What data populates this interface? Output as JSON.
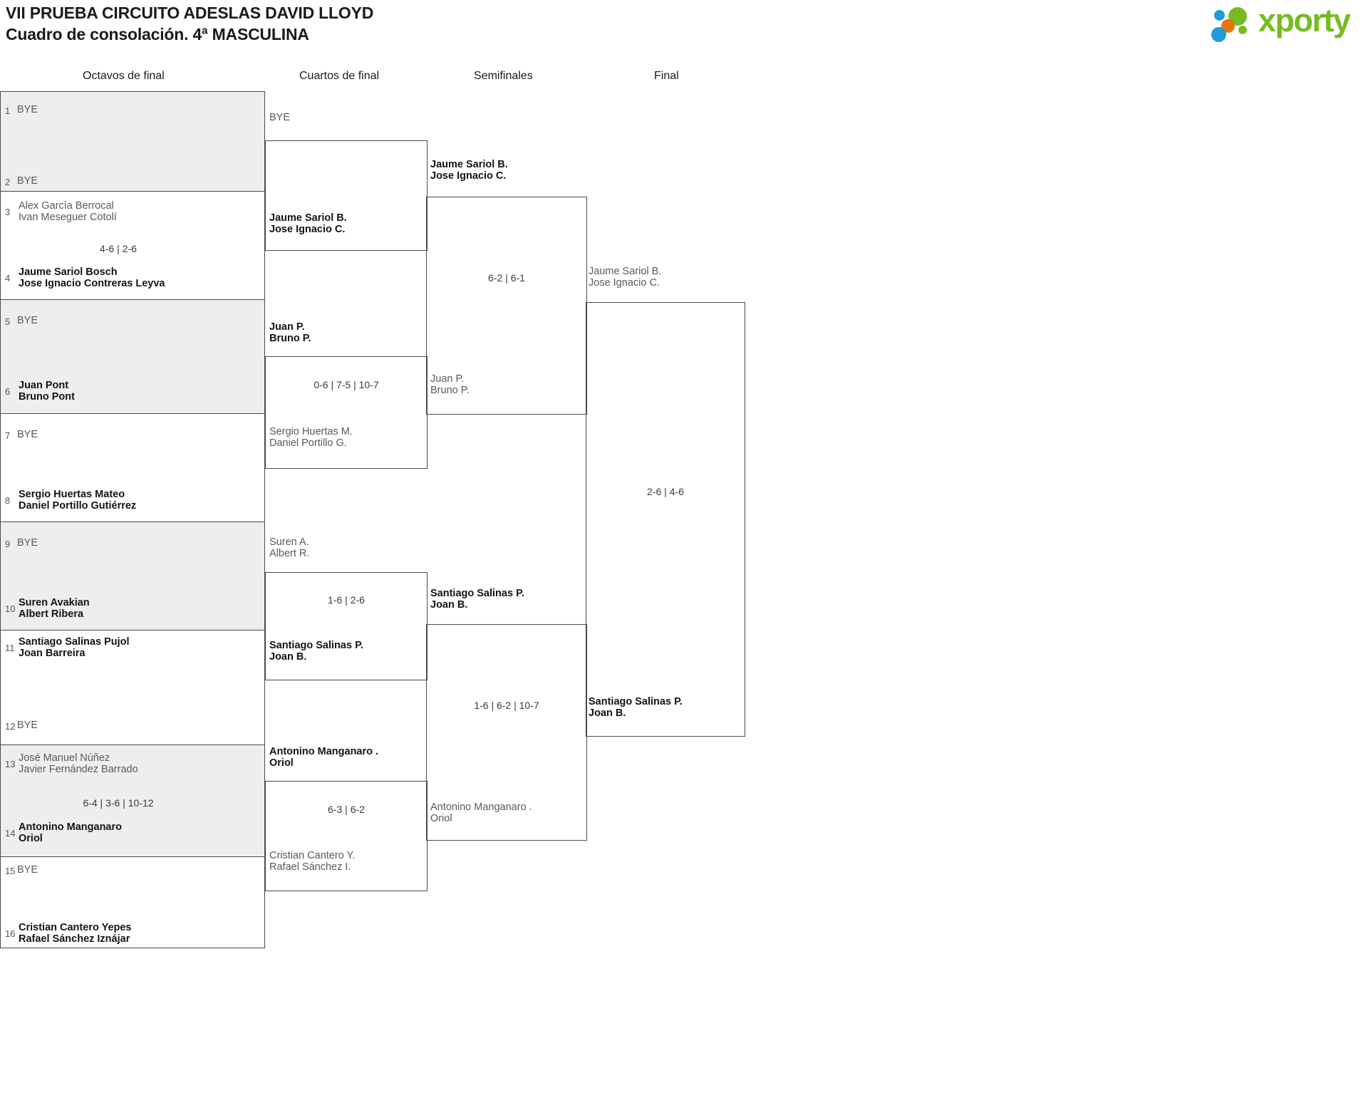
{
  "header": {
    "title_line1": "VII PRUEBA CIRCUITO ADESLAS DAVID LLOYD",
    "title_line2": "Cuadro de consolación. 4ª MASCULINA",
    "logo_text": "xporty",
    "logo_colors": {
      "green": "#76bc21",
      "blue": "#1e9cd7",
      "orange": "#e8740c"
    }
  },
  "rounds": [
    {
      "label": "Octavos de final"
    },
    {
      "label": "Cuartos de final"
    },
    {
      "label": "Semifinales"
    },
    {
      "label": "Final"
    }
  ],
  "round1": {
    "matches": [
      {
        "shaded": true,
        "top": {
          "seed": "1",
          "lines": [
            "BYE"
          ],
          "status": "bye"
        },
        "bottom": {
          "seed": "2",
          "lines": [
            "BYE"
          ],
          "status": "bye"
        },
        "score": ""
      },
      {
        "shaded": false,
        "top": {
          "seed": "3",
          "lines": [
            "Alex García Berrocal",
            "Ivan Meseguer Cotolí"
          ],
          "status": "loser"
        },
        "bottom": {
          "seed": "4",
          "lines": [
            "Jaume Sariol Bosch",
            "Jose Ignacio Contreras Leyva"
          ],
          "status": "winner"
        },
        "score": "4-6 | 2-6"
      },
      {
        "shaded": true,
        "top": {
          "seed": "5",
          "lines": [
            "BYE"
          ],
          "status": "bye"
        },
        "bottom": {
          "seed": "6",
          "lines": [
            "Juan Pont",
            "Bruno Pont"
          ],
          "status": "winner"
        },
        "score": ""
      },
      {
        "shaded": false,
        "top": {
          "seed": "7",
          "lines": [
            "BYE"
          ],
          "status": "bye"
        },
        "bottom": {
          "seed": "8",
          "lines": [
            "Sergio Huertas Mateo",
            "Daniel Portillo Gutiérrez"
          ],
          "status": "winner"
        },
        "score": ""
      },
      {
        "shaded": true,
        "top": {
          "seed": "9",
          "lines": [
            "BYE"
          ],
          "status": "bye"
        },
        "bottom": {
          "seed": "10",
          "lines": [
            "Suren Avakian",
            "Albert Ribera"
          ],
          "status": "winner"
        },
        "score": ""
      },
      {
        "shaded": false,
        "top": {
          "seed": "11",
          "lines": [
            "Santiago Salinas Pujol",
            "Joan Barreira"
          ],
          "status": "winner"
        },
        "bottom": {
          "seed": "12",
          "lines": [
            "BYE"
          ],
          "status": "bye"
        },
        "score": ""
      },
      {
        "shaded": true,
        "top": {
          "seed": "13",
          "lines": [
            "José Manuel Núñez",
            "Javier Fernández Barrado"
          ],
          "status": "loser"
        },
        "bottom": {
          "seed": "14",
          "lines": [
            "Antonino Manganaro",
            "Oriol"
          ],
          "status": "winner"
        },
        "score": "6-4 | 3-6 | 10-12"
      },
      {
        "shaded": false,
        "top": {
          "seed": "15",
          "lines": [
            "BYE"
          ],
          "status": "bye"
        },
        "bottom": {
          "seed": "16",
          "lines": [
            "Cristian Cantero Yepes",
            "Rafael Sánchez Iznájar"
          ],
          "status": "winner"
        },
        "score": ""
      }
    ]
  },
  "round2": {
    "matches": [
      {
        "top": {
          "lines": [
            "BYE"
          ],
          "status": "bye"
        },
        "bottom": {
          "lines": [
            "Jaume Sariol B.",
            "Jose Ignacio C."
          ],
          "status": "winner"
        },
        "score": ""
      },
      {
        "top": {
          "lines": [
            "Juan P.",
            "Bruno P."
          ],
          "status": "winner"
        },
        "bottom": {
          "lines": [
            "Sergio Huertas M.",
            "Daniel Portillo G."
          ],
          "status": "loser"
        },
        "score": "0-6 | 7-5 | 10-7"
      },
      {
        "top": {
          "lines": [
            "Suren A.",
            "Albert R."
          ],
          "status": "loser"
        },
        "bottom": {
          "lines": [
            "Santiago Salinas P.",
            "Joan B."
          ],
          "status": "winner"
        },
        "score": "1-6 | 2-6"
      },
      {
        "top": {
          "lines": [
            "Antonino Manganaro .",
            "Oriol"
          ],
          "status": "winner"
        },
        "bottom": {
          "lines": [
            "Cristian Cantero Y.",
            "Rafael Sánchez I."
          ],
          "status": "loser"
        },
        "score": "6-3 | 6-2"
      }
    ]
  },
  "round3": {
    "matches": [
      {
        "top": {
          "lines": [
            "Jaume Sariol B.",
            "Jose Ignacio C."
          ],
          "status": "winner"
        },
        "bottom": {
          "lines": [
            "Juan P.",
            "Bruno P."
          ],
          "status": "loser"
        },
        "score": "6-2 | 6-1"
      },
      {
        "top": {
          "lines": [
            "Santiago Salinas P.",
            "Joan B."
          ],
          "status": "winner"
        },
        "bottom": {
          "lines": [
            "Antonino Manganaro .",
            "Oriol"
          ],
          "status": "loser"
        },
        "score": "1-6 | 6-2 | 10-7"
      }
    ]
  },
  "round4": {
    "matches": [
      {
        "top": {
          "lines": [
            "Jaume Sariol B.",
            "Jose Ignacio C."
          ],
          "status": "loser"
        },
        "bottom": {
          "lines": [
            "Santiago Salinas P.",
            "Joan B."
          ],
          "status": "winner"
        },
        "score": "2-6 | 4-6"
      }
    ]
  }
}
